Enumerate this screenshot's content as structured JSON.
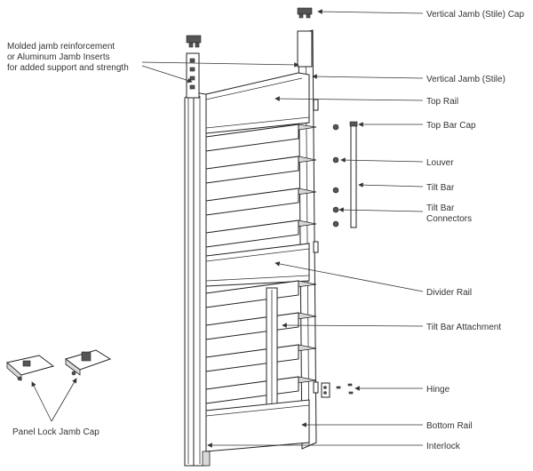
{
  "labels": {
    "vertical_jamb_cap": "Vertical Jamb (Stile) Cap",
    "jamb_reinforcement": [
      "Molded jamb reinforcement",
      "or Aluminum Jamb Inserts",
      "for added support and strength"
    ],
    "vertical_jamb": "Vertical Jamb (Stile)",
    "top_rail": "Top Rail",
    "top_bar_cap": "Top Bar Cap",
    "louver": "Louver",
    "tilt_bar": "Tilt Bar",
    "tilt_bar_connectors": [
      "Tilt Bar",
      "Connectors"
    ],
    "divider_rail": "Divider Rail",
    "tilt_bar_attachment": "Tilt Bar Attachment",
    "hinge": "Hinge",
    "bottom_rail": "Bottom Rail",
    "interlock": "Interlock",
    "panel_lock_jamb_cap": "Panel Lock Jamb Cap"
  },
  "colors": {
    "line": "#222222",
    "text": "#333333",
    "shade": "#d9d9d9",
    "arrow": "#333333"
  }
}
